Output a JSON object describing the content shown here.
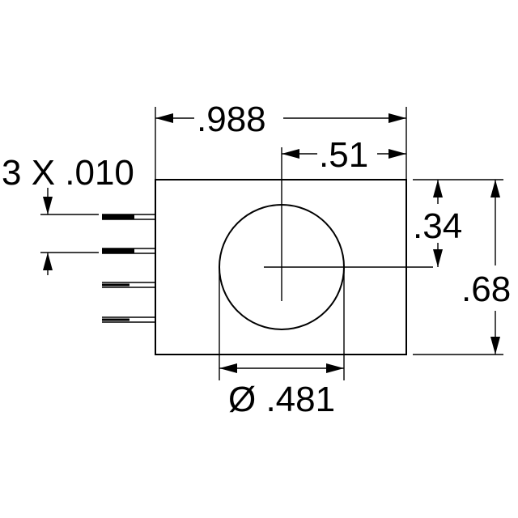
{
  "drawing": {
    "line_color": "#000000",
    "background_color": "#ffffff",
    "dimensions": {
      "overall_width": ".988",
      "lens_offset_x": ".51",
      "lens_offset_y": ".34",
      "overall_height": ".68",
      "lens_diameter": "Ø .481",
      "lead_size": "3 X .010"
    }
  }
}
